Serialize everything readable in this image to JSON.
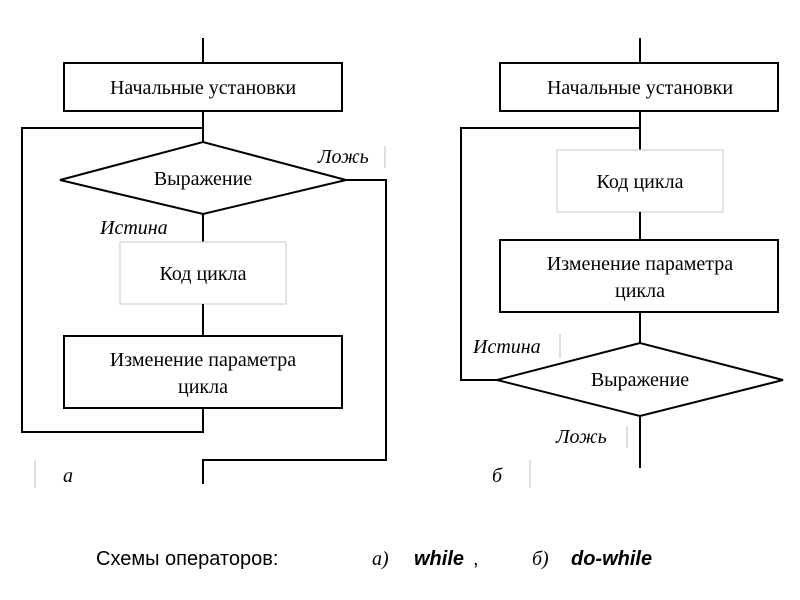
{
  "diagram_a": {
    "init_label": "Начальные установки",
    "condition_label": "Выражение",
    "false_label": "Ложь",
    "true_label": "Истина",
    "body_label": "Код цикла",
    "update_label_line1": "Изменение параметра",
    "update_label_line2": "цикла",
    "panel_letter": "а"
  },
  "diagram_b": {
    "init_label": "Начальные установки",
    "body_label": "Код цикла",
    "update_label_line1": "Изменение параметра",
    "update_label_line2": "цикла",
    "true_label": "Истина",
    "condition_label": "Выражение",
    "false_label": "Ложь",
    "panel_letter": "б"
  },
  "caption": {
    "prefix": "Схемы операторов:",
    "a_marker": "а)",
    "a_keyword": "while",
    "comma": ",",
    "b_marker": "б)",
    "b_keyword": "do-while"
  }
}
